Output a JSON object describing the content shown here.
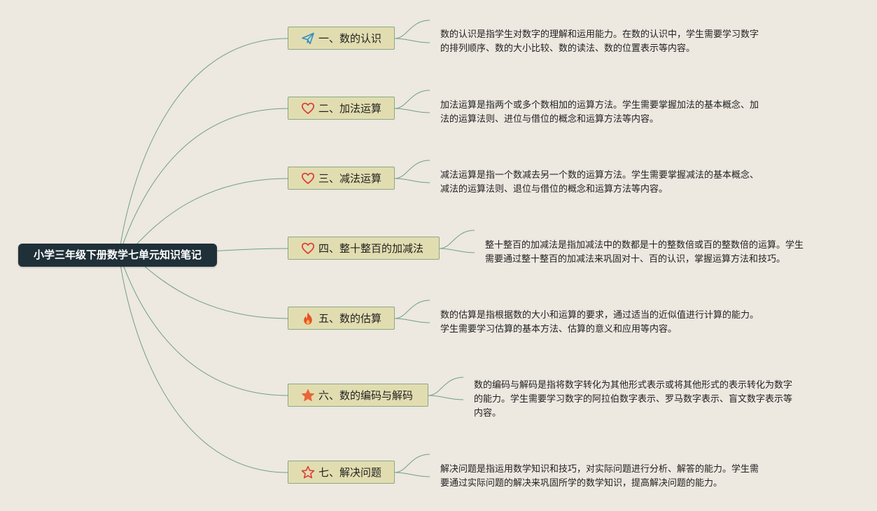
{
  "root": {
    "label": "小学三年级下册数学七单元知识笔记"
  },
  "topics": [
    {
      "label": "一、数的认识",
      "icon": "paper-plane-icon",
      "desc": [
        "数的认识是指学生对数字的理解和运用能力。在数的认识中，学生需要学习数字",
        "的排列顺序、数的大小比较、数的读法、数的位置表示等内容。"
      ]
    },
    {
      "label": "二、加法运算",
      "icon": "heart-outline-icon",
      "desc": [
        "加法运算是指两个或多个数相加的运算方法。学生需要掌握加法的基本概念、加",
        "法的运算法则、进位与借位的概念和运算方法等内容。"
      ]
    },
    {
      "label": "三、减法运算",
      "icon": "heart-outline-icon",
      "desc": [
        "减法运算是指一个数减去另一个数的运算方法。学生需要掌握减法的基本概念、",
        "减法的运算法则、退位与借位的概念和运算方法等内容。"
      ]
    },
    {
      "label": "四、整十整百的加减法",
      "icon": "heart-outline-icon",
      "desc": [
        "整十整百的加减法是指加减法中的数都是十的整数倍或百的整数倍的运算。学生",
        "需要通过整十整百的加减法来巩固对十、百的认识，掌握运算方法和技巧。"
      ]
    },
    {
      "label": "五、数的估算",
      "icon": "fire-icon",
      "desc": [
        "数的估算是指根据数的大小和运算的要求，通过适当的近似值进行计算的能力。",
        "学生需要学习估算的基本方法、估算的意义和应用等内容。"
      ]
    },
    {
      "label": "六、数的编码与解码",
      "icon": "star-filled-icon",
      "desc": [
        "数的编码与解码是指将数字转化为其他形式表示或将其他形式的表示转化为数字",
        "的能力。学生需要学习数字的阿拉伯数字表示、罗马数字表示、盲文数字表示等",
        "内容。"
      ]
    },
    {
      "label": "七、解决问题",
      "icon": "star-outline-icon",
      "desc": [
        "解决问题是指运用数学知识和技巧，对实际问题进行分析、解答的能力。学生需",
        "要通过实际问题的解决来巩固所学的数学知识，提高解决问题的能力。"
      ]
    }
  ],
  "colors": {
    "background": "#ede8e0",
    "root_fill": "#1f3038",
    "topic_fill": "#e2ddb0",
    "topic_border": "#86aa84",
    "connector": "#6fa088",
    "heart": "#d9413b",
    "plane": "#2f8fc8",
    "fire": "#e8502a",
    "star": "#e8663a"
  }
}
